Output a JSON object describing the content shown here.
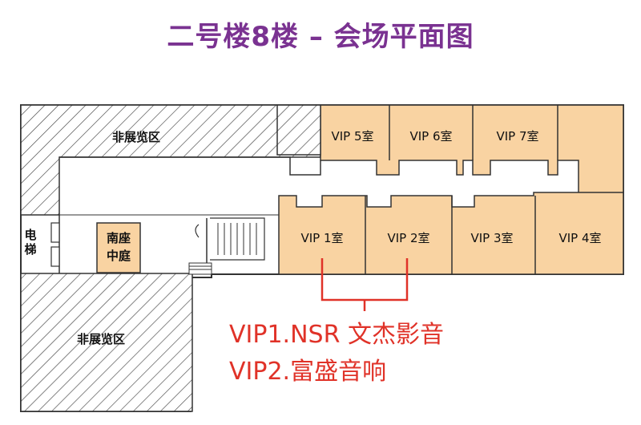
{
  "title": "二号楼8楼 – 会场平面图",
  "zones": {
    "exhibit_top": "非展览区",
    "exhibit_bottom": "非展览区",
    "elevator": "电梯",
    "south_lobby": "南座中庭"
  },
  "rooms": {
    "vip1": "VIP 1室",
    "vip2": "VIP 2室",
    "vip3": "VIP 3室",
    "vip4": "VIP 4室",
    "vip5": "VIP 5室",
    "vip6": "VIP 6室",
    "vip7": "VIP 7室"
  },
  "notes": {
    "line1": "VIP1.NSR 文杰影音",
    "line2": "VIP2.富盛音响"
  },
  "colors": {
    "title": "#7a3291",
    "room_fill": "#f9d3a2",
    "wall": "#333333",
    "note": "#e03228"
  }
}
